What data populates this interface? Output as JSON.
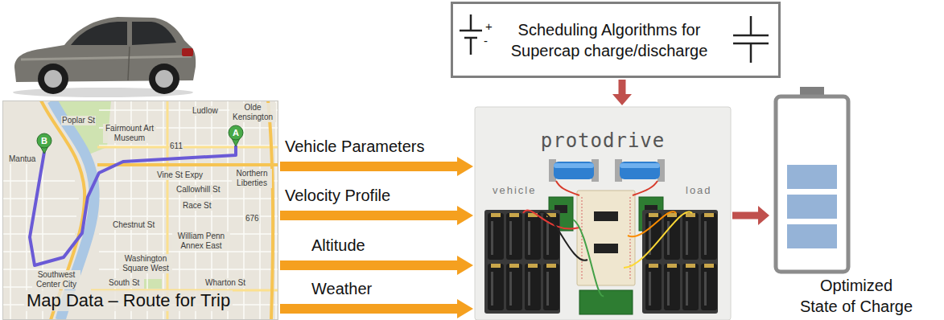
{
  "diagram": {
    "nodes": [
      {
        "text": [
          "Map Data – Route for Trip"
        ]
      },
      {
        "text": [
          "Scheduling Algorithms for Supercap charge/discharge"
        ]
      },
      {
        "text": [
          "protodrive",
          "vehicle",
          "load"
        ]
      },
      {
        "text": [
          "Optimized State of Charge"
        ]
      }
    ],
    "edges": [
      {
        "from": 0,
        "to": 2,
        "label": "Vehicle Parameters",
        "arrow": "to"
      },
      {
        "from": 0,
        "to": 2,
        "label": "Velocity Profile",
        "arrow": "to"
      },
      {
        "from": 0,
        "to": 2,
        "label": "Altitude",
        "arrow": "to"
      },
      {
        "from": 0,
        "to": 2,
        "label": "Weather",
        "arrow": "to"
      },
      {
        "from": 1,
        "to": 2,
        "arrow": "to"
      },
      {
        "from": 2,
        "to": 3,
        "arrow": "to"
      }
    ],
    "labels": [
      "+",
      "-",
      "Olde Kensington",
      "Ludlow",
      "Poplar St",
      "Fairmount Art Museum",
      "611",
      "Mantua",
      "Northern Liberties",
      "Vine St Expy",
      "Callowhill St",
      "Race St",
      "676",
      "Chestnut St",
      "William Penn Annex East",
      "Washington Square West",
      "South St",
      "Southwest Center City",
      "Wharton St",
      "A",
      "B"
    ]
  }
}
